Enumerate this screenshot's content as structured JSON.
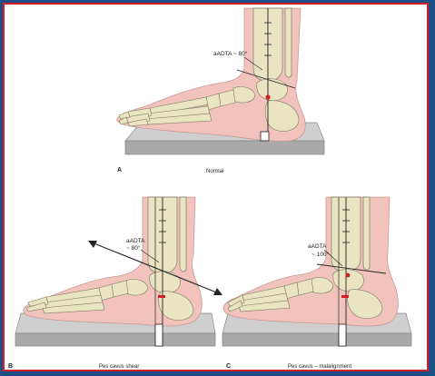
{
  "panels": {
    "a": {
      "letter": "A",
      "caption": "Normal",
      "angle_label": "aADTA ~ 80°"
    },
    "b": {
      "letter": "B",
      "caption": "Pes cavus shear",
      "angle_label_line1": "aADTA",
      "angle_label_line2": "~ 80°"
    },
    "c": {
      "letter": "C",
      "caption": "Pes cavus – malalignment",
      "angle_label_line1": "aADTA",
      "angle_label_line2": "~ 100°"
    }
  },
  "colors": {
    "background": "#1c4f86",
    "frame_border": "#d21f26",
    "skin": "#f2c3bd",
    "bone": "#e9e5c3",
    "bone_stroke": "#7a7a62",
    "platform_top": "#cfcfcf",
    "platform_side": "#a9a9a9",
    "axis_line": "#222222",
    "marker_red": "#d21f26"
  }
}
